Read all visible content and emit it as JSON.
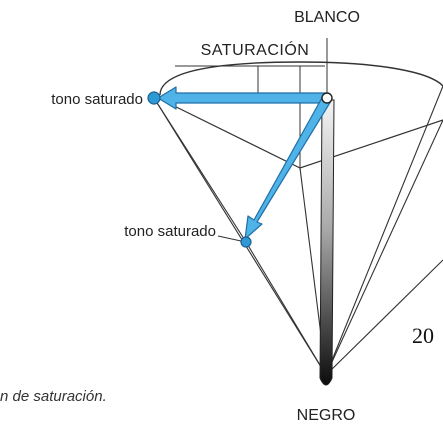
{
  "labels": {
    "top": "BLANCO",
    "bottom": "NEGRO",
    "saturation": "SATURACIÓN",
    "hue_upper": "tono saturado",
    "hue_lower": "tono saturado"
  },
  "caption": "n de saturación.",
  "page_number": "20",
  "colors": {
    "arrow_fill": "#4fb3e8",
    "arrow_stroke": "#1f6fa6",
    "marker": "#2d9ad6",
    "line": "#333333"
  }
}
